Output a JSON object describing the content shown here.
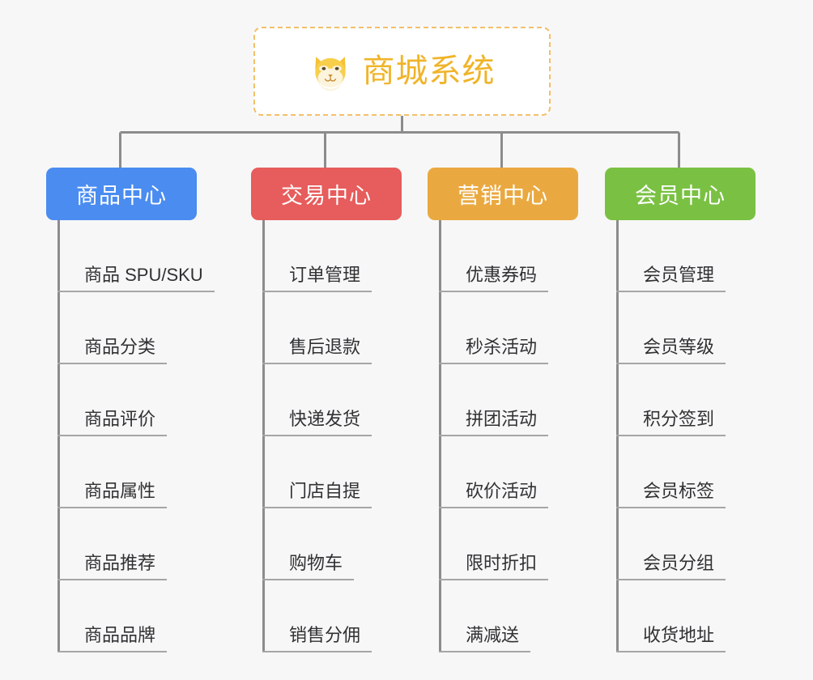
{
  "root": {
    "title": "商城系统",
    "icon": "dog-face-emoji",
    "border_color": "#f2bf6a",
    "text_color": "#f0b429",
    "background": "#ffffff"
  },
  "canvas": {
    "background": "#f7f7f7",
    "connector_color": "#8c8c8c",
    "leaf_underline_color": "#a6a6a6"
  },
  "branches": [
    {
      "label": "商品中心",
      "color": "#4a8cf0",
      "items": [
        "商品 SPU/SKU",
        "商品分类",
        "商品评价",
        "商品属性",
        "商品推荐",
        "商品品牌"
      ]
    },
    {
      "label": "交易中心",
      "color": "#e75c5c",
      "items": [
        "订单管理",
        "售后退款",
        "快递发货",
        "门店自提",
        "购物车",
        "销售分佣"
      ]
    },
    {
      "label": "营销中心",
      "color": "#eaa940",
      "items": [
        "优惠券码",
        "秒杀活动",
        "拼团活动",
        "砍价活动",
        "限时折扣",
        "满减送"
      ]
    },
    {
      "label": "会员中心",
      "color": "#7ac143",
      "items": [
        "会员管理",
        "会员等级",
        "积分签到",
        "会员标签",
        "会员分组",
        "收货地址"
      ]
    }
  ]
}
